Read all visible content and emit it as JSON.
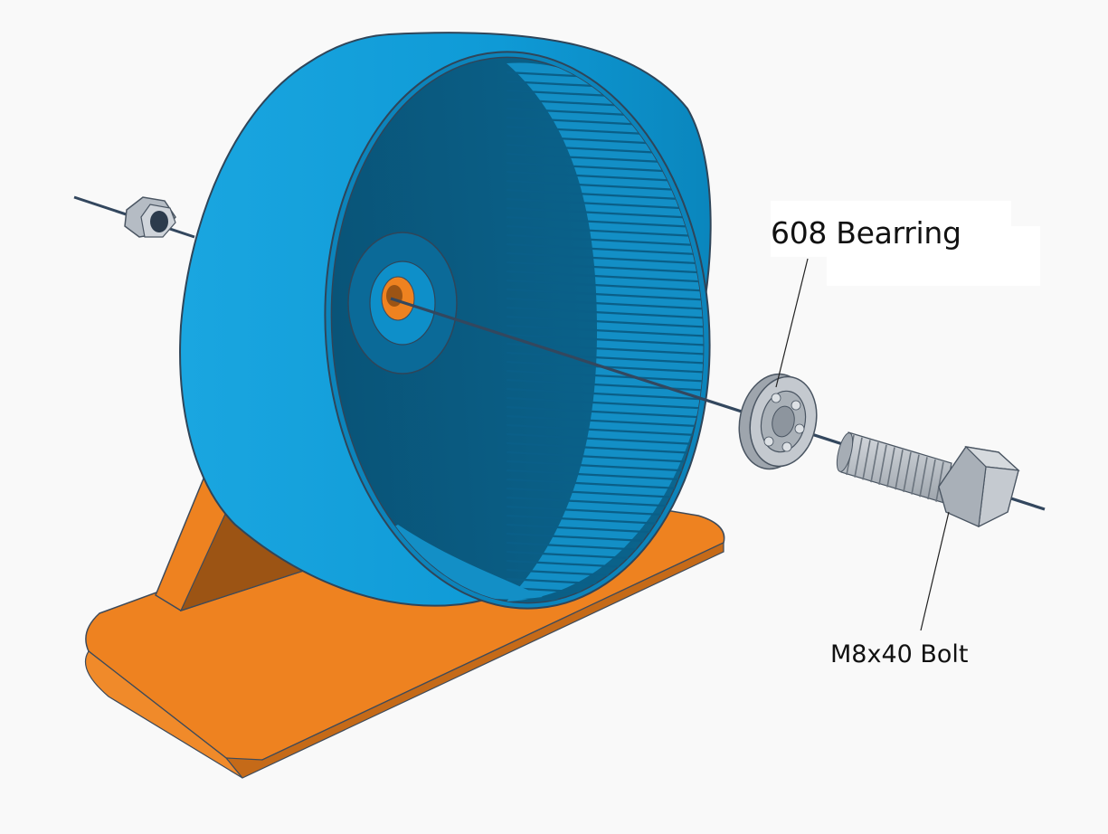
{
  "labels": {
    "bearing": "608 Bearring",
    "bolt": "M8x40 Bolt"
  },
  "colors": {
    "background": "#f9f9f9",
    "wheel_blue": "#0d9bd8",
    "wheel_inner": "#0a5d86",
    "stand_orange": "#ee8220",
    "stand_orange_dark": "#9c5414",
    "hardware_grey": "#b9bfc6",
    "axle": "#33475e"
  },
  "parts": [
    "hex-nut",
    "running-wheel",
    "stand",
    "axle-rod",
    "608-bearing",
    "m8x40-bolt"
  ]
}
